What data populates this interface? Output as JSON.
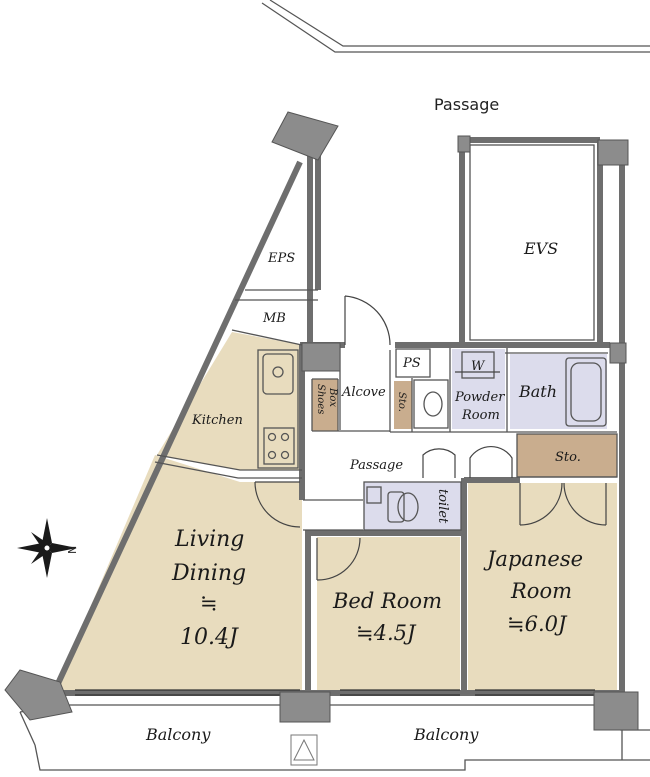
{
  "rooms": {
    "passage_top": "Passage",
    "evs": "EVS",
    "eps": "EPS",
    "mb": "MB",
    "ps": "PS",
    "alcove": "Alcove",
    "shoes_box_line1": "Shoes",
    "shoes_box_line2": "Box",
    "sto_small": "Sto.",
    "powder_room_line1": "Powder",
    "powder_room_line2": "Room",
    "washer": "W",
    "bath": "Bath",
    "kitchen": "Kitchen",
    "passage_inner": "Passage",
    "sto_large": "Sto.",
    "toilet": "toilet",
    "living_line1": "Living",
    "living_line2": "Dining",
    "living_approx": "≒",
    "living_size": "10.4J",
    "bedroom_name": "Bed Room",
    "bedroom_size": "≒4.5J",
    "japanese_line1": "Japanese",
    "japanese_line2": "Room",
    "japanese_size": "≒6.0J",
    "balcony_left": "Balcony",
    "balcony_right": "Balcony",
    "compass_letter": "N"
  },
  "colors": {
    "room_fill": "#e8dcbe",
    "storage_fill": "#c9ad8e",
    "wet_fill": "#dcdcec",
    "wall": "#777777",
    "column": "#8c8c8c",
    "line": "#444444"
  }
}
